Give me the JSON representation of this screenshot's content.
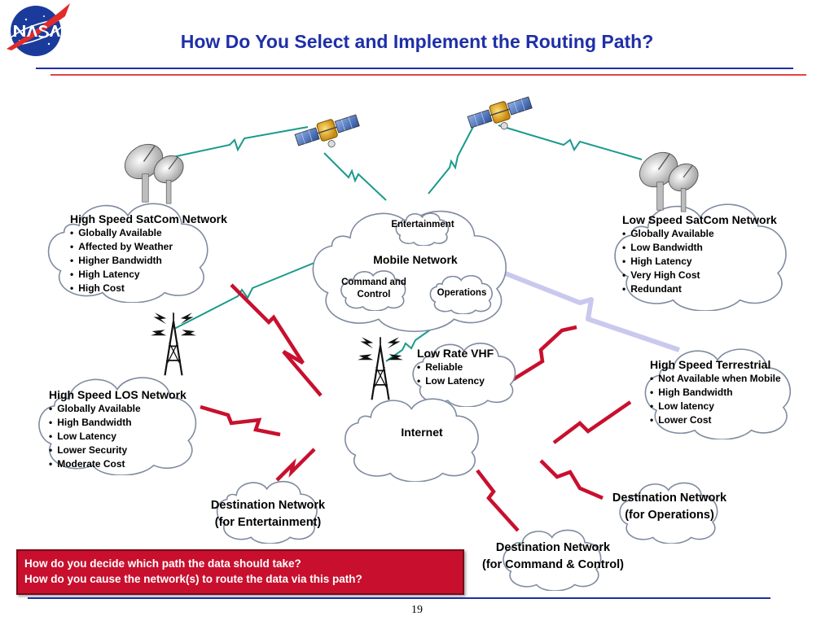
{
  "logo": {
    "text": "NASA"
  },
  "title": "How Do You Select and Implement the Routing Path?",
  "colors": {
    "title_blue": "#1f2fa8",
    "rule_blue": "#1f2fa8",
    "rule_red": "#e24545",
    "rf_link_teal": "#1a9a8c",
    "wired_link_red": "#c8102e",
    "terrestrial_link_lavender": "#c9c9ef",
    "question_box_red": "#c8102e"
  },
  "icons": {
    "satellites": [
      "satellite-icon",
      "satellite-icon"
    ],
    "dishes": [
      "satellite-dish-icon",
      "satellite-dish-icon"
    ],
    "towers": [
      "radio-tower-icon",
      "radio-tower-icon"
    ]
  },
  "networks": {
    "high_speed_satcom": {
      "title": "High Speed SatCom Network",
      "items": [
        "Globally Available",
        "Affected by Weather",
        "Higher Bandwidth",
        "High Latency",
        "High Cost"
      ]
    },
    "low_speed_satcom": {
      "title": "Low Speed SatCom Network",
      "items": [
        "Globally Available",
        "Low Bandwidth",
        "High Latency",
        "Very High Cost",
        "Redundant"
      ]
    },
    "high_speed_los": {
      "title": "High Speed LOS Network",
      "items": [
        "Globally Available",
        "High Bandwidth",
        "Low Latency",
        "Lower Security",
        "Moderate Cost"
      ]
    },
    "low_rate_vhf": {
      "title": "Low Rate VHF",
      "items": [
        "Reliable",
        "Low Latency"
      ]
    },
    "high_speed_terrestrial": {
      "title": "High Speed Terrestrial",
      "items": [
        "Not Available when Mobile",
        "High Bandwidth",
        "Low latency",
        "Lower Cost"
      ]
    },
    "mobile": {
      "title": "Mobile Network",
      "entertainment": "Entertainment",
      "command_control": [
        "Command and",
        "Control"
      ],
      "operations": "Operations"
    },
    "internet": {
      "title": "Internet"
    }
  },
  "destinations": {
    "entertainment": [
      "Destination Network",
      "(for Entertainment)"
    ],
    "operations": [
      "Destination Network",
      "(for Operations)"
    ],
    "command_control": [
      "Destination Network",
      "(for Command & Control)"
    ]
  },
  "questions": [
    "How do you decide which path the data should take?",
    "How do you cause the network(s) to route the data via this path?"
  ],
  "page_number": "19"
}
